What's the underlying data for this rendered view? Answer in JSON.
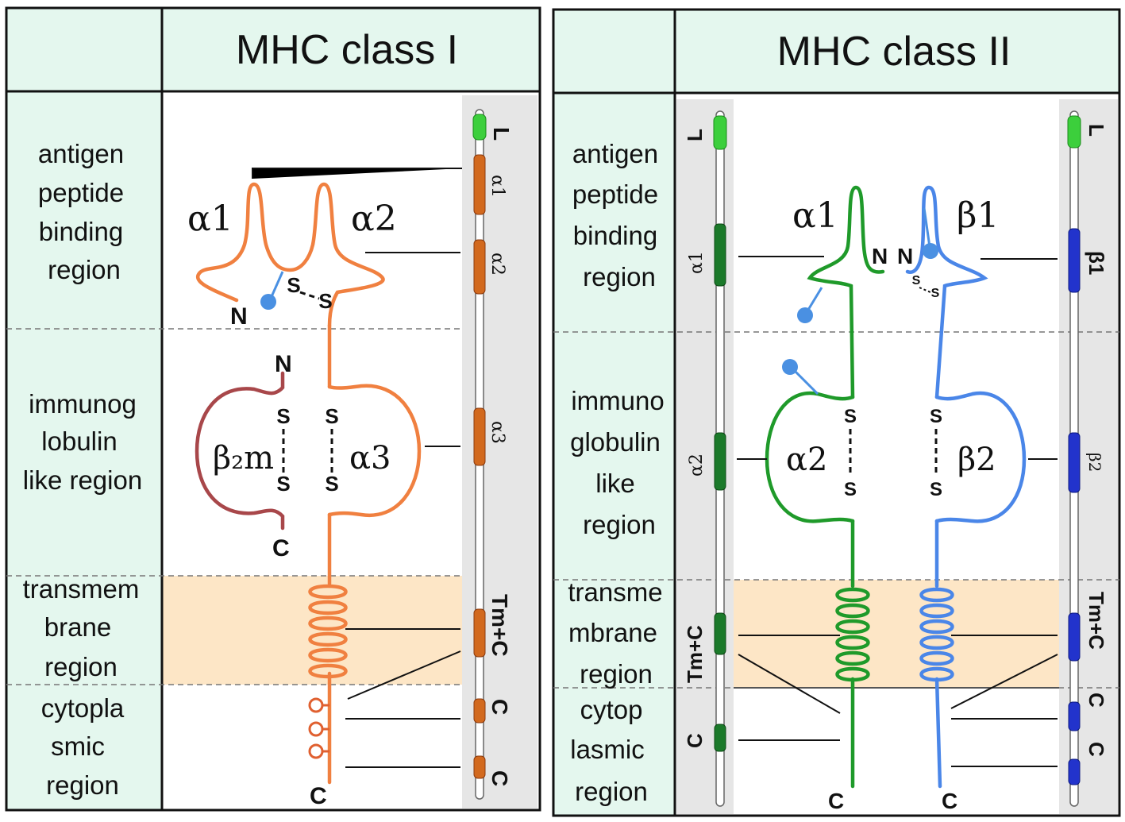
{
  "panels": {
    "class1": {
      "title": "MHC class I",
      "regions": {
        "binding": [
          "antigen",
          "peptide",
          "binding",
          "region"
        ],
        "immuno": [
          "immunog",
          "lobulin",
          "like region"
        ],
        "transmem": [
          "transmem",
          "brane",
          "region"
        ],
        "cyto": [
          "cytopla",
          "smic",
          "region"
        ]
      },
      "domains": {
        "alpha1": "α1",
        "alpha2": "α2",
        "alpha3": "α3",
        "b2m": "β₂m"
      },
      "terminals": {
        "n_alpha": "N",
        "n_b2m": "N",
        "c_b2m": "C",
        "c_alpha": "C"
      },
      "bond_s": "S",
      "gene": {
        "l": "L",
        "a1": "α1",
        "a2": "α2",
        "a3": "α3",
        "tmc": "Tm+C",
        "c1": "C",
        "c2": "C"
      }
    },
    "class2": {
      "title": "MHC class II",
      "regions": {
        "binding": [
          "antigen",
          "peptide",
          "binding",
          "region"
        ],
        "immuno": [
          "immuno",
          "globulin",
          "like",
          "region"
        ],
        "transmem": [
          "transme",
          "mbrane",
          "region"
        ],
        "cyto": [
          "cytop",
          "lasmic",
          "region"
        ]
      },
      "domains": {
        "alpha1": "α1",
        "beta1": "β1",
        "alpha2": "α2",
        "beta2": "β2"
      },
      "terminals": {
        "n_alpha": "N",
        "n_beta": "N",
        "c_alpha": "C",
        "c_beta": "C"
      },
      "bond_s": "S",
      "gene_alpha": {
        "l": "L",
        "a1": "α1",
        "a2": "α2",
        "tmc": "Tm+C",
        "c": "C"
      },
      "gene_beta": {
        "l": "L",
        "b1": "β1",
        "b2": "β2",
        "tmc": "Tm+C",
        "c1": "C",
        "c2": "C"
      }
    }
  },
  "colors": {
    "region_bg": "#e4f7ee",
    "header_bg": "#e4f7ee",
    "membrane": "#fde6c6",
    "gene_strip": "#e6e6e6",
    "class1_alpha": "#f08040",
    "b2m": "#a8474a",
    "class2_alpha": "#1f9a2a",
    "class2_beta": "#4a86e8",
    "leader": "#3ccf3c",
    "exon_orange": "#d2691e",
    "exon_green": "#1b7a2a",
    "exon_blue": "#2233cc",
    "glycan": "#4a90e2"
  }
}
